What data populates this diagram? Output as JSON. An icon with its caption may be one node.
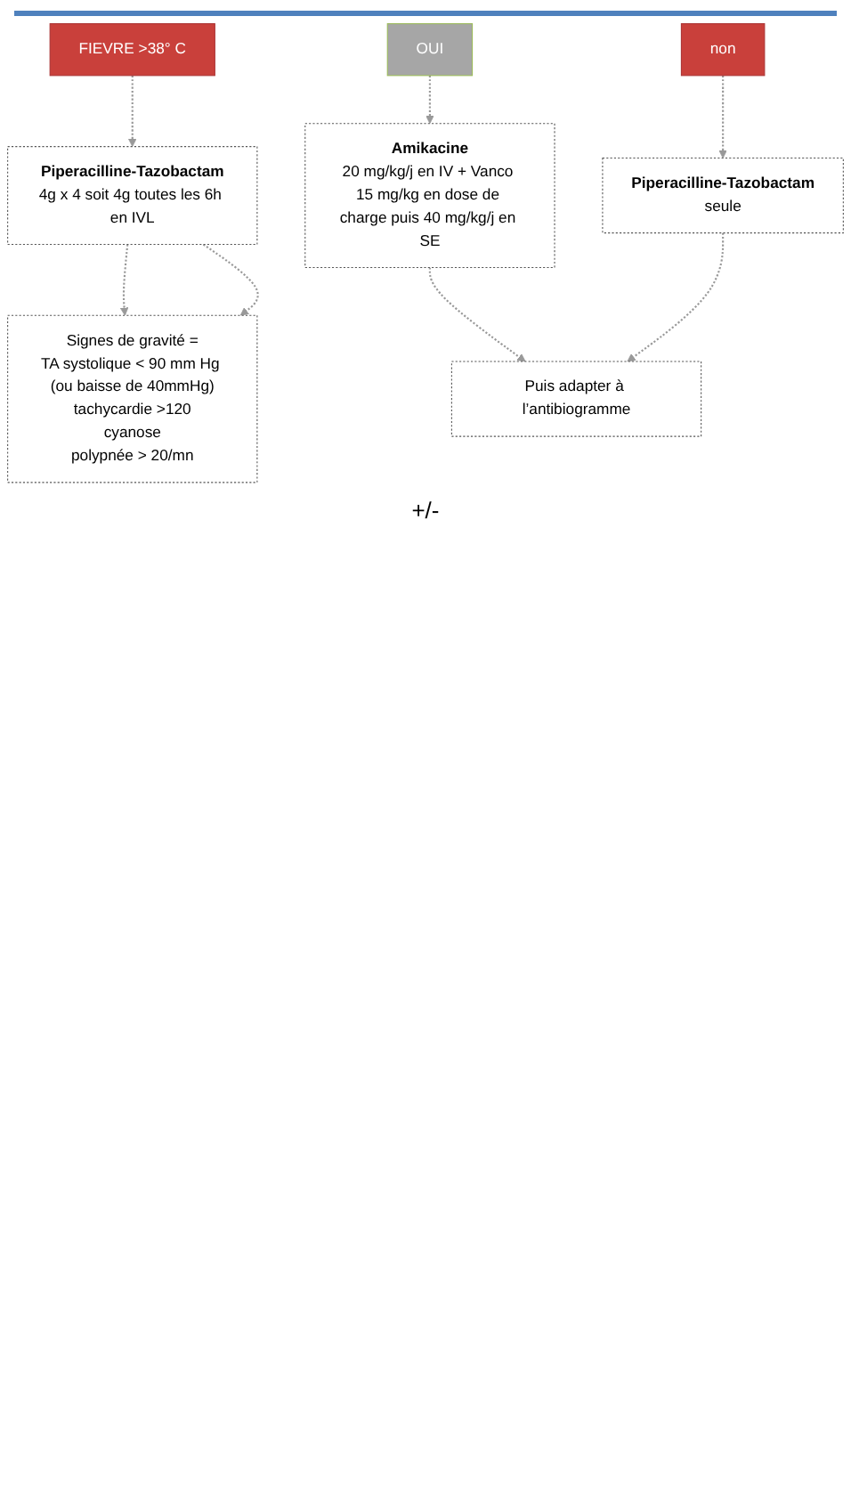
{
  "diagram": {
    "nodes": [
      {
        "text": [
          "FIEVRE >38° C"
        ]
      },
      {
        "text": [
          "Piperacilline-Tazobactam",
          "4g x 4 soit 4g toutes les 6h en IVL"
        ]
      },
      {
        "text": [
          "Signes de gravité =",
          "TA systolique < 90 mm Hg (ou baisse de 40mmHg)",
          "tachycardie >120",
          "cyanose",
          "polypnée > 20/mn"
        ]
      },
      {
        "text": [
          "OUI"
        ]
      },
      {
        "text": [
          "non"
        ]
      },
      {
        "text": [
          "Amikacine",
          "20 mg/kg/j en IV + Vanco 15 mg/kg en dose de charge puis 40 mg/kg/j en SE"
        ]
      },
      {
        "text": [
          "Piperacilline-Tazobactam",
          "seule"
        ]
      },
      {
        "text": [
          "Puis adapter à l’antibiogramme"
        ]
      }
    ],
    "edges": [
      {
        "from": 0,
        "to": 1,
        "arrow": "to",
        "style": "dashed"
      },
      {
        "from": 1,
        "to": 2,
        "arrow": "to",
        "style": "dashed"
      },
      {
        "from": 1,
        "to": 2,
        "arrow": "to",
        "style": "dashed"
      },
      {
        "from": 3,
        "to": 5,
        "arrow": "to",
        "style": "dashed"
      },
      {
        "from": 4,
        "to": 6,
        "arrow": "to",
        "style": "dashed"
      },
      {
        "from": 5,
        "to": 7,
        "arrow": "to",
        "style": "dashed"
      },
      {
        "from": 6,
        "to": 7,
        "arrow": "to",
        "style": "dashed"
      }
    ],
    "labels": [
      "+/-"
    ]
  }
}
